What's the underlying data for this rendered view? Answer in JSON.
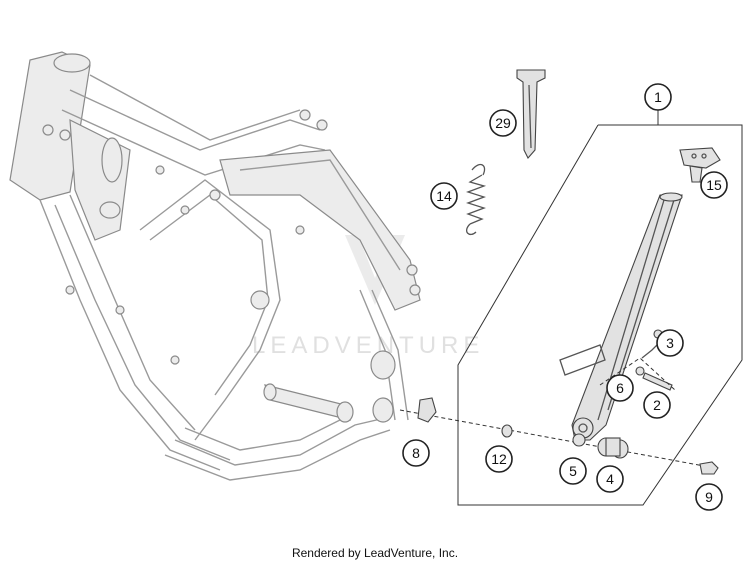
{
  "watermark": "LEADVENTURE",
  "footer": "Rendered by LeadVenture, Inc.",
  "callouts": [
    {
      "id": "1",
      "label": "1"
    },
    {
      "id": "2",
      "label": "2"
    },
    {
      "id": "3",
      "label": "3"
    },
    {
      "id": "4",
      "label": "4"
    },
    {
      "id": "5",
      "label": "5"
    },
    {
      "id": "6",
      "label": "6"
    },
    {
      "id": "8",
      "label": "8"
    },
    {
      "id": "9",
      "label": "9"
    },
    {
      "id": "12",
      "label": "12"
    },
    {
      "id": "14",
      "label": "14"
    },
    {
      "id": "15",
      "label": "15"
    },
    {
      "id": "29",
      "label": "29"
    }
  ]
}
